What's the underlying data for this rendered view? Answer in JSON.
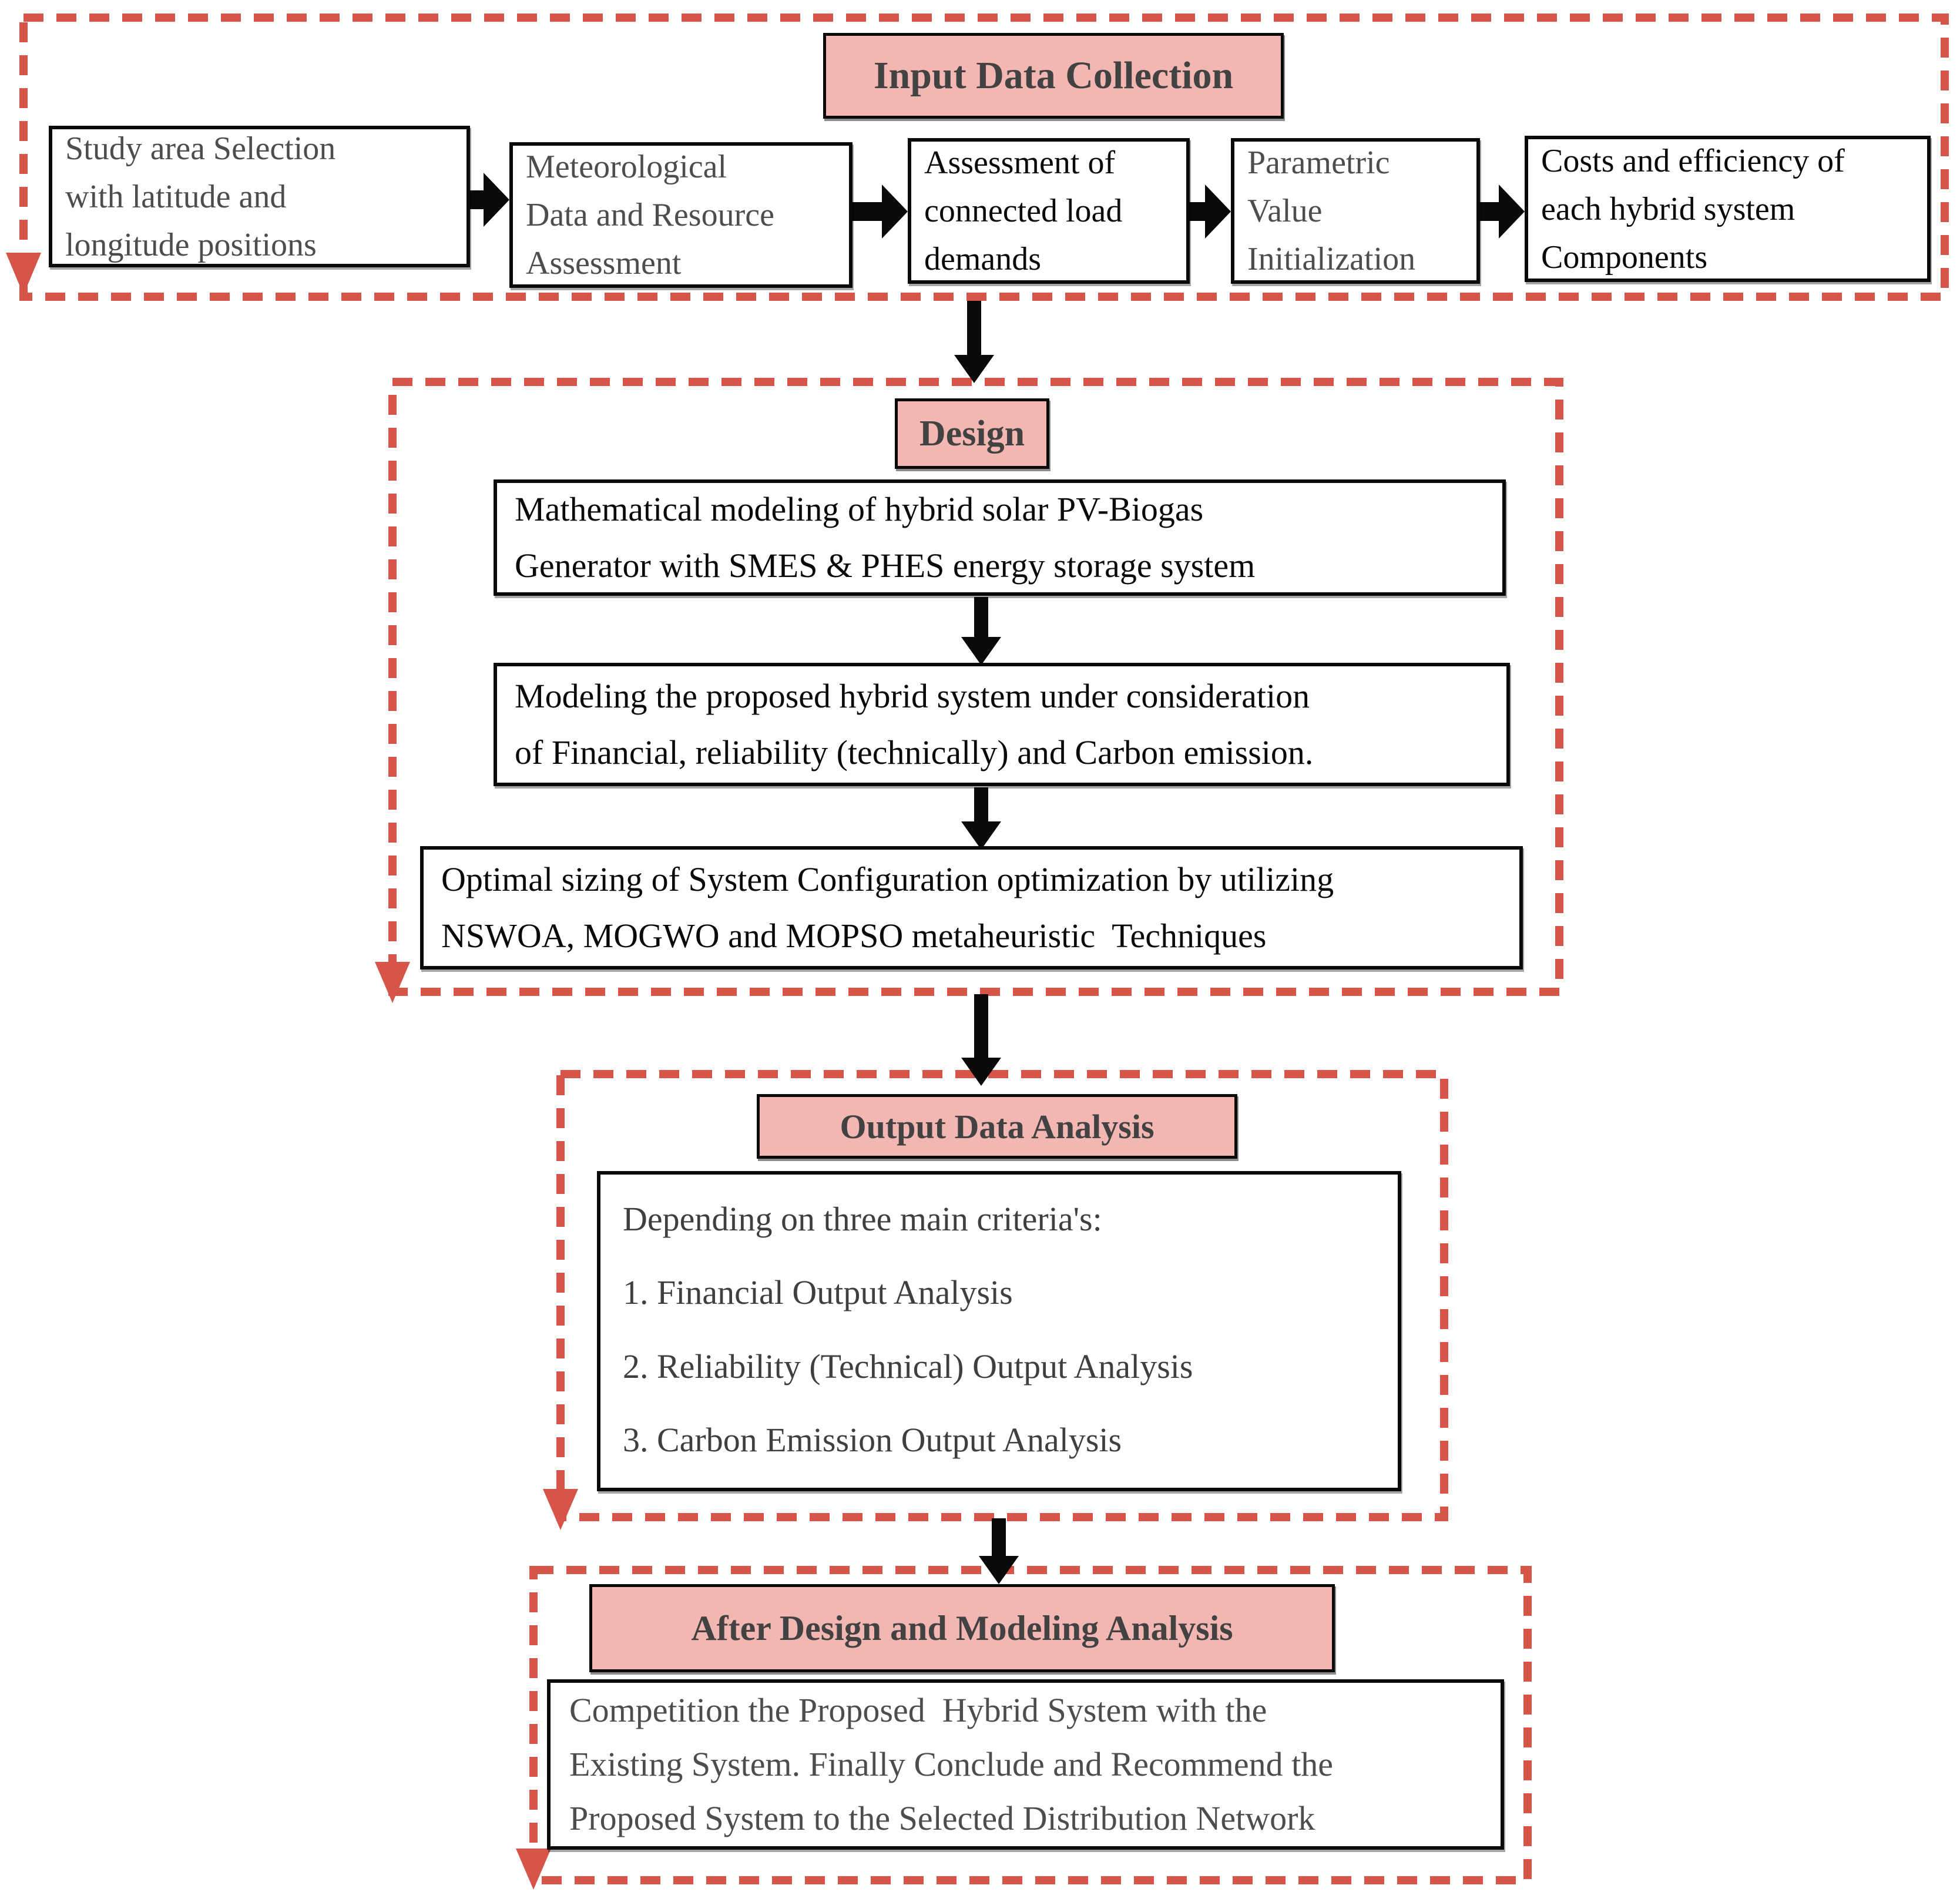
{
  "palette": {
    "dash_red": "#d65448",
    "header_pink": "#f3b7b3",
    "box_border": "#0a0a0a",
    "gray_text": "#4d4d4d",
    "black_text": "#0a0a0a",
    "header_text": "#424242"
  },
  "input": {
    "title": "Input Data Collection",
    "steps": [
      {
        "label": "Study area Selection\nwith latitude and\nlongitude positions"
      },
      {
        "label": "Meteorological\nData and Resource\nAssessment"
      },
      {
        "label": "Assessment of\nconnected load\ndemands"
      },
      {
        "label": "Parametric\nValue\nInitialization"
      },
      {
        "label": "Costs and efficiency of\neach hybrid system\nComponents"
      }
    ]
  },
  "design": {
    "title": "Design",
    "steps": [
      {
        "label": "Mathematical modeling of hybrid solar PV-Biogas\nGenerator with SMES & PHES energy storage system"
      },
      {
        "label": "Modeling the proposed hybrid system under consideration\nof Financial, reliability (technically) and Carbon emission."
      },
      {
        "label": "Optimal sizing of System Configuration optimization by utilizing\nNSWOA, MOGWO and MOPSO metaheuristic  Techniques"
      }
    ]
  },
  "output": {
    "title": "Output Data Analysis",
    "intro": "Depending on three main criteria's:",
    "items": [
      "1. Financial Output Analysis",
      "2. Reliability (Technical) Output Analysis",
      "3. Carbon Emission Output Analysis"
    ]
  },
  "after": {
    "title": "After Design and Modeling Analysis",
    "body": "Competition the Proposed  Hybrid System with the\nExisting System. Finally Conclude and Recommend the\nProposed System to the Selected Distribution Network"
  }
}
